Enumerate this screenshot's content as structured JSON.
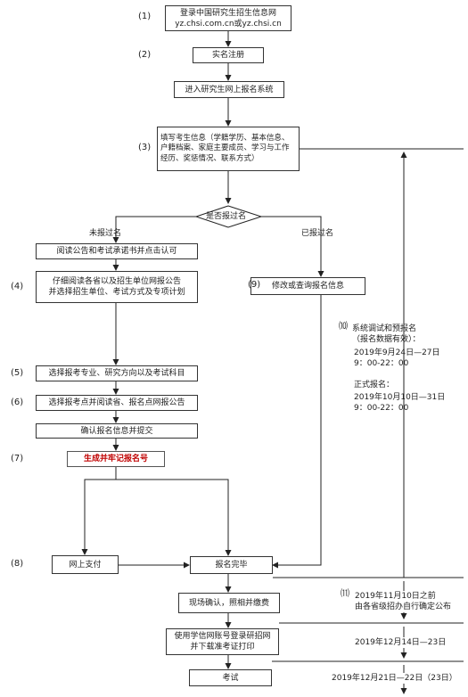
{
  "nodes": {
    "website": "登录中国研究生招生信息网\nyz.chsi.com.cn或yz.chsi.cn",
    "realname": "实名注册",
    "enter_system": "进入研究生网上报名系统",
    "fill_info": "填写考生信息（学籍学历、基本信息、户籍档案、家庭主要成员、学习与工作经历、奖惩情况、联系方式）",
    "decision": "是否报过名",
    "read_announcement": "阅读公告和考试承诺书并点击认可",
    "read_unit_notice": "仔细阅读各省以及招生单位网报公告\n并选择招生单位、考试方式及专项计划",
    "modify_query": "修改或查询报名信息",
    "choose_major": "选择报考专业、研究方向以及考试科目",
    "choose_site": "选择报考点并阅读省、报名点网报公告",
    "confirm_submit": "确认报名信息并提交",
    "generate_number": "生成并牢记报名号",
    "online_pay": "网上支付",
    "reg_complete": "报名完毕",
    "onsite_confirm": "现场确认，照相并缴费",
    "print_admission": "使用学信网账号登录研招网\n并下载准考证打印",
    "exam": "考试"
  },
  "branch_labels": {
    "not_registered": "未报过名",
    "registered": "已报过名"
  },
  "step_numbers": {
    "s1": "(1)",
    "s2": "(2)",
    "s3": "(3)",
    "s4": "(4)",
    "s5": "(5)",
    "s6": "(6)",
    "s7": "(7)",
    "s8": "(8)",
    "s9": "(9)",
    "s10": "⑽",
    "s11": "⑾"
  },
  "notes": {
    "trial_title": "系统调试和预报名\n（报名数据有效）：",
    "trial_date": "2019年9月24日—27日\n9：00-22：00",
    "formal_title": "正式报名：",
    "formal_date": "2019年10月10日—31日\n9：00-22：00",
    "confirm_deadline": "2019年11月10日之前\n由各省级招办自行确定公布",
    "print_dates": "2019年12月14日—23日",
    "exam_dates": "2019年12月21日—22日（23日）"
  }
}
